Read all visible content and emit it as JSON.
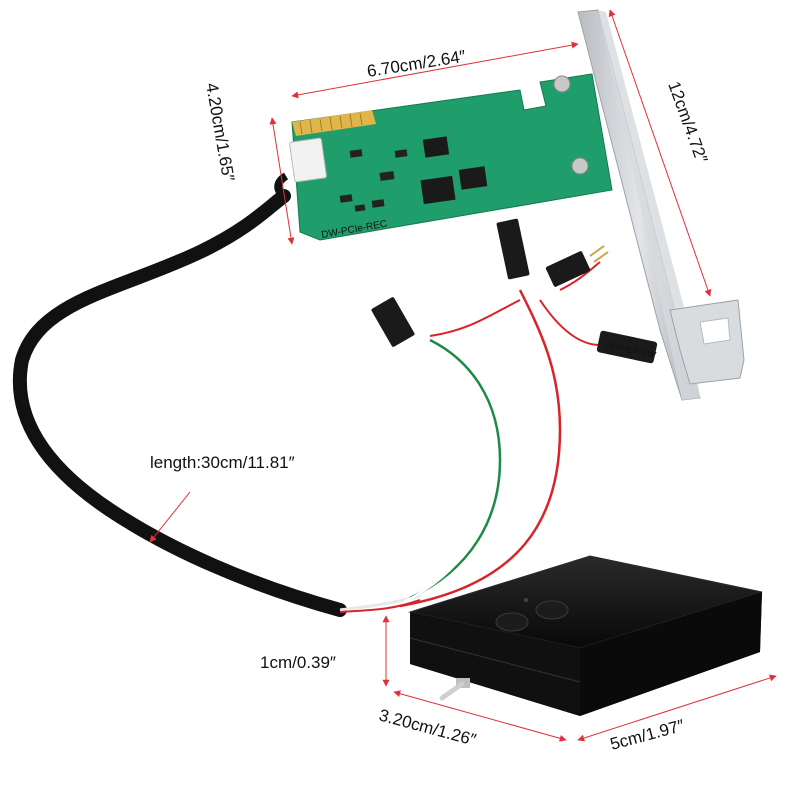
{
  "colors": {
    "pcb": "#1f9d6a",
    "pcb_dark": "#16855a",
    "bracket": "#c9ccd0",
    "cable": "#111111",
    "wire_red": "#d8232a",
    "wire_green": "#1d8a45",
    "wire_white": "#e8e8e8",
    "dimension_line": "#e0303a",
    "remote_body": "#141414"
  },
  "labels": {
    "card_width": "6.70cm/2.64″",
    "card_height": "4.20cm/1.65″",
    "bracket_height": "12cm/4.72″",
    "cable_length": "length:30cm/11.81″",
    "remote_thickness": "1cm/0.39″",
    "remote_depth": "3.20cm/1.26″",
    "remote_width": "5cm/1.97″"
  },
  "pcb_print": {
    "model": "DW-PCIe-REC"
  },
  "connector_tag": {
    "text": "POWER SW"
  }
}
